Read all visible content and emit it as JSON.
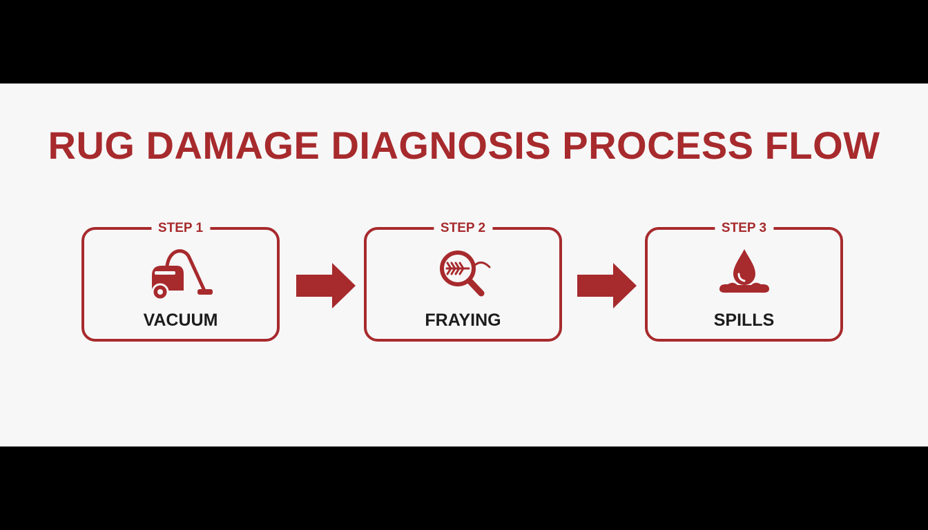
{
  "title": "RUG DAMAGE DIAGNOSIS PROCESS FLOW",
  "colors": {
    "accent": "#a72a2d",
    "text": "#1c1c1c",
    "background": "#f7f7f7",
    "letterbox": "#000000"
  },
  "steps": [
    {
      "label": "STEP 1",
      "name": "VACUUM",
      "icon": "vacuum-cleaner-icon"
    },
    {
      "label": "STEP 2",
      "name": "FRAYING",
      "icon": "magnifying-glass-icon"
    },
    {
      "label": "STEP 3",
      "name": "SPILLS",
      "icon": "liquid-drop-icon"
    }
  ]
}
